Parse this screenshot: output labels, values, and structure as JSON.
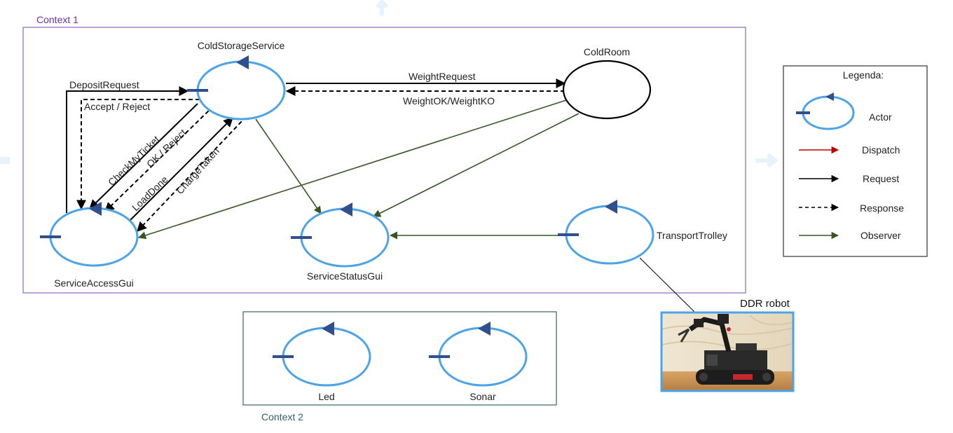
{
  "contexts": {
    "context1": "Context 1",
    "context2": "Context 2"
  },
  "actors": {
    "cold_storage_service": "ColdStorageService",
    "cold_room": "ColdRoom",
    "service_access_gui": "ServiceAccessGui",
    "service_status_gui": "ServiceStatusGui",
    "transport_trolley": "TransportTrolley",
    "led": "Led",
    "sonar": "Sonar"
  },
  "messages": {
    "deposit_request": "DepositRequest",
    "accept_reject": "Accept / Reject",
    "weight_request": "WeightRequest",
    "weight_ok_ko": "WeightOK/WeightKO",
    "check_my_ticket": "CheckMyTicket",
    "ok_reject": "OK / Reject",
    "load_done": "LoadDone",
    "charge_taken": "ChargeTaken"
  },
  "legend": {
    "title": "Legenda:",
    "actor": "Actor",
    "dispatch": "Dispatch",
    "request": "Request",
    "response": "Response",
    "observer": "Observer"
  },
  "robot": {
    "label": "DDR robot"
  },
  "colors": {
    "actor": "#4da3e8",
    "actor_mark": "#2f4f8f",
    "context1_border": "#9a6fc9",
    "context2_border": "#4a6f6a",
    "request": "#000000",
    "dispatch": "#c00000",
    "observer": "#375623"
  }
}
